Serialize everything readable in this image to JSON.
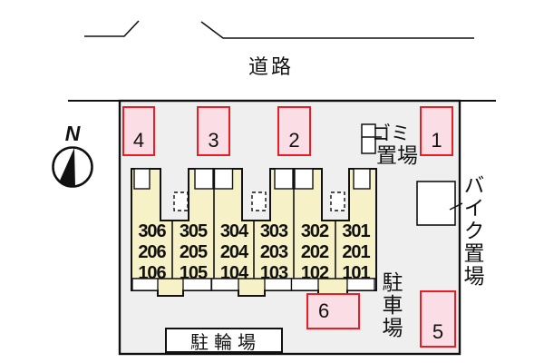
{
  "road": {
    "label": "道路"
  },
  "compass": {
    "label": "N"
  },
  "parking": {
    "area_label_vertical": "駐車場",
    "spaces": {
      "s1": "1",
      "s2": "2",
      "s3": "3",
      "s4": "4",
      "s5": "5",
      "s6": "6"
    }
  },
  "building": {
    "units": [
      {
        "rooms": [
          "306",
          "206",
          "106"
        ]
      },
      {
        "rooms": [
          "305",
          "205",
          "105"
        ]
      },
      {
        "rooms": [
          "304",
          "204",
          "104"
        ]
      },
      {
        "rooms": [
          "303",
          "203",
          "103"
        ]
      },
      {
        "rooms": [
          "302",
          "202",
          "102"
        ]
      },
      {
        "rooms": [
          "301",
          "201",
          "101"
        ]
      }
    ]
  },
  "facilities": {
    "garbage_line1": "ゴミ",
    "garbage_line2": "置場",
    "bike_storage_vertical": "バイク置場",
    "bicycle_parking": "駐輪場"
  },
  "colors": {
    "site_fill": "#efefef",
    "building_fill": "#f7f1c8",
    "space_fill": "#fbdde6",
    "space_border": "#ec1c24",
    "line": "#111111"
  }
}
